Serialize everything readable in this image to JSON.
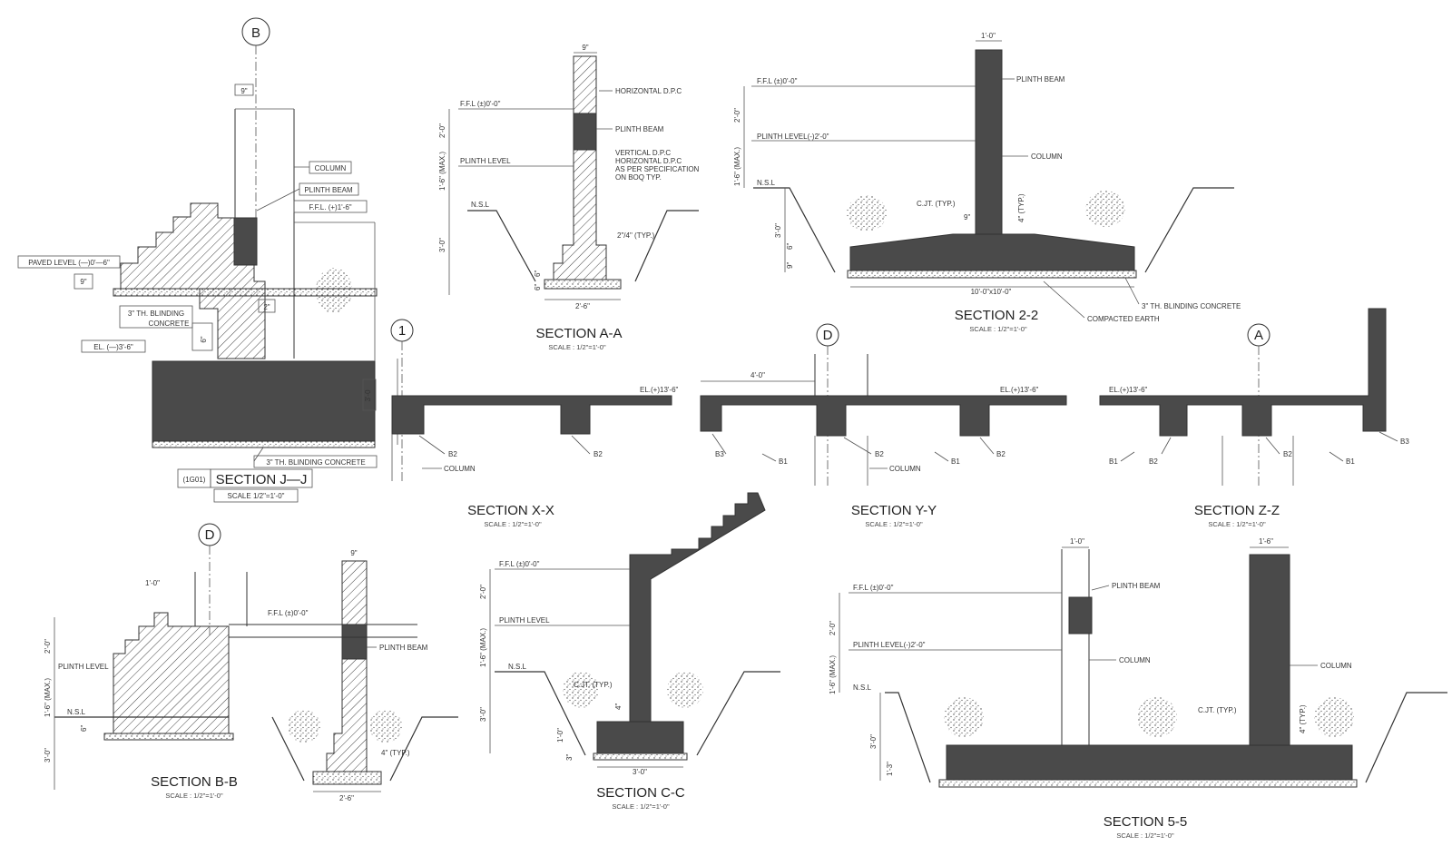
{
  "grid_markers": {
    "b_top": "B",
    "one": "1",
    "d_mid": "D",
    "a_right": "A",
    "d_bottom": "D"
  },
  "sections": {
    "jj": {
      "title": "SECTION J—J",
      "tag": "(1G01)",
      "scale": "SCALE 1/2\"=1'-0\"",
      "labels": {
        "column": "COLUMN",
        "plinth_beam": "PLINTH BEAM",
        "ffl": "F.F.L. (+)1'-6\"",
        "paved": "PAVED LEVEL (—)0'—6\"",
        "blinding": "3\" TH. BLINDING",
        "concrete": "CONCRETE",
        "el": "EL. (—)3'-6\"",
        "blinding2": "3\" TH. BLINDING CONCRETE",
        "dim_9": "9\"",
        "dim_30": "3'-0",
        "dim_9b": "9\"",
        "dim_6": "6\"",
        "dim_2": "2\""
      }
    },
    "aa": {
      "title": "SECTION A-A",
      "scale": "SCALE : 1/2\"=1'-0\"",
      "labels": {
        "hdpc": "HORIZONTAL D.P.C",
        "plinth_beam": "PLINTH BEAM",
        "vdpc1": "VERTICAL D.P.C",
        "vdpc2": "HORIZONTAL D.P.C",
        "vdpc3": "AS PER SPECIFICATION",
        "vdpc4": "ON BOQ TYP.",
        "ffl": "F.F.L (±)0'-0\"",
        "plinth_level": "PLINTH LEVEL",
        "nsl": "N.S.L",
        "typ": "2\"/4\" (TYP.)",
        "dim_9": "9\"",
        "dim_26": "2'-6\"",
        "dim_20": "2'-0\"",
        "dim_16": "1'-6\" (MAX.)",
        "dim_30": "3'-0\"",
        "dim_6a": "6\"",
        "dim_6b": "6\""
      }
    },
    "s22": {
      "title": "SECTION 2-2",
      "scale": "SCALE : 1/2\"=1'-0\"",
      "labels": {
        "dim_10": "1'-0\"",
        "plinth_beam": "PLINTH BEAM",
        "ffl": "F.F.L (±)0'-0\"",
        "plinth_level": "PLINTH LEVEL(-)2'-0\"",
        "column": "COLUMN",
        "nsl": "N.S.L",
        "cjt": "C.JT. (TYP.)",
        "dim_9": "9\"",
        "typ": "4\" (TYP.)",
        "dim_100": "10'-0\"x10'-0\"",
        "blinding": "3\" TH. BLINDING CONCRETE",
        "compacted": "COMPACTED EARTH",
        "dim_20": "2'-0\"",
        "dim_16": "1'-6\" (MAX.)",
        "dim_30": "3'-0\"",
        "dim_6": "6\"",
        "dim_9b": "9\""
      }
    },
    "xx": {
      "title": "SECTION X-X",
      "scale": "SCALE : 1/2\"=1'-0\"",
      "labels": {
        "el": "EL.(+)13'-6\"",
        "b2a": "B2",
        "b2b": "B2",
        "column": "COLUMN"
      }
    },
    "yy": {
      "title": "SECTION Y-Y",
      "scale": "SCALE : 1/2\"=1'-0\"",
      "labels": {
        "dim_40": "4'-0\"",
        "el": "EL.(+)13'-6\"",
        "b3": "B3",
        "b1a": "B1",
        "b2": "B2",
        "b1b": "B1",
        "b2b": "B2",
        "column": "COLUMN"
      }
    },
    "zz": {
      "title": "SECTION Z-Z",
      "scale": "SCALE : 1/2\"=1'-0\"",
      "labels": {
        "el": "EL.(+)13'-6\"",
        "b1a": "B1",
        "b2a": "B2",
        "b2b": "B2",
        "b1b": "B1",
        "b3": "B3"
      }
    },
    "bb": {
      "title": "SECTION B-B",
      "scale": "SCALE : 1/2\"=1'-0\"",
      "labels": {
        "dim_9": "9\"",
        "dim_10": "1'-0\"",
        "ffl": "F.F.L (±)0'-0\"",
        "plinth_beam": "PLINTH BEAM",
        "plinth_level": "PLINTH LEVEL",
        "nsl": "N.S.L",
        "typ": "4\" (TYP.)",
        "dim_26": "2'-6\"",
        "dim_20": "2'-0\"",
        "dim_16": "1'-6\" (MAX.)",
        "dim_30": "3'-0\"",
        "dim_6": "6\""
      }
    },
    "cc": {
      "title": "SECTION C-C",
      "scale": "SCALE : 1/2\"=1'-0\"",
      "labels": {
        "ffl": "F.F.L (±)0'-0\"",
        "plinth_level": "PLINTH LEVEL",
        "nsl": "N.S.L",
        "cjt": "C.JT. (TYP.)",
        "dim_30": "3'-0\"",
        "dim_20": "2'-0\"",
        "dim_16": "1'-6\" (MAX.)",
        "dim_30b": "3'-0\"",
        "dim_10": "1'-0\"",
        "dim_4": "4\"",
        "dim_3": "3\""
      }
    },
    "s55": {
      "title": "SECTION 5-5",
      "scale": "SCALE : 1/2\"=1'-0\"",
      "labels": {
        "dim_10": "1'-0\"",
        "dim_16": "1'-6\"",
        "ffl": "F.F.L (±)0'-0\"",
        "plinth_beam": "PLINTH BEAM",
        "plinth_level": "PLINTH LEVEL(-)2'-0\"",
        "column1": "COLUMN",
        "column2": "COLUMN",
        "nsl": "N.S.L",
        "cjt": "C.JT. (TYP.)",
        "typ": "4\" (TYP.)",
        "dim_20": "2'-0\"",
        "dim_16m": "1'-6\" (MAX.)",
        "dim_30": "3'-0\"",
        "dim_13": "1'-3\""
      }
    }
  }
}
